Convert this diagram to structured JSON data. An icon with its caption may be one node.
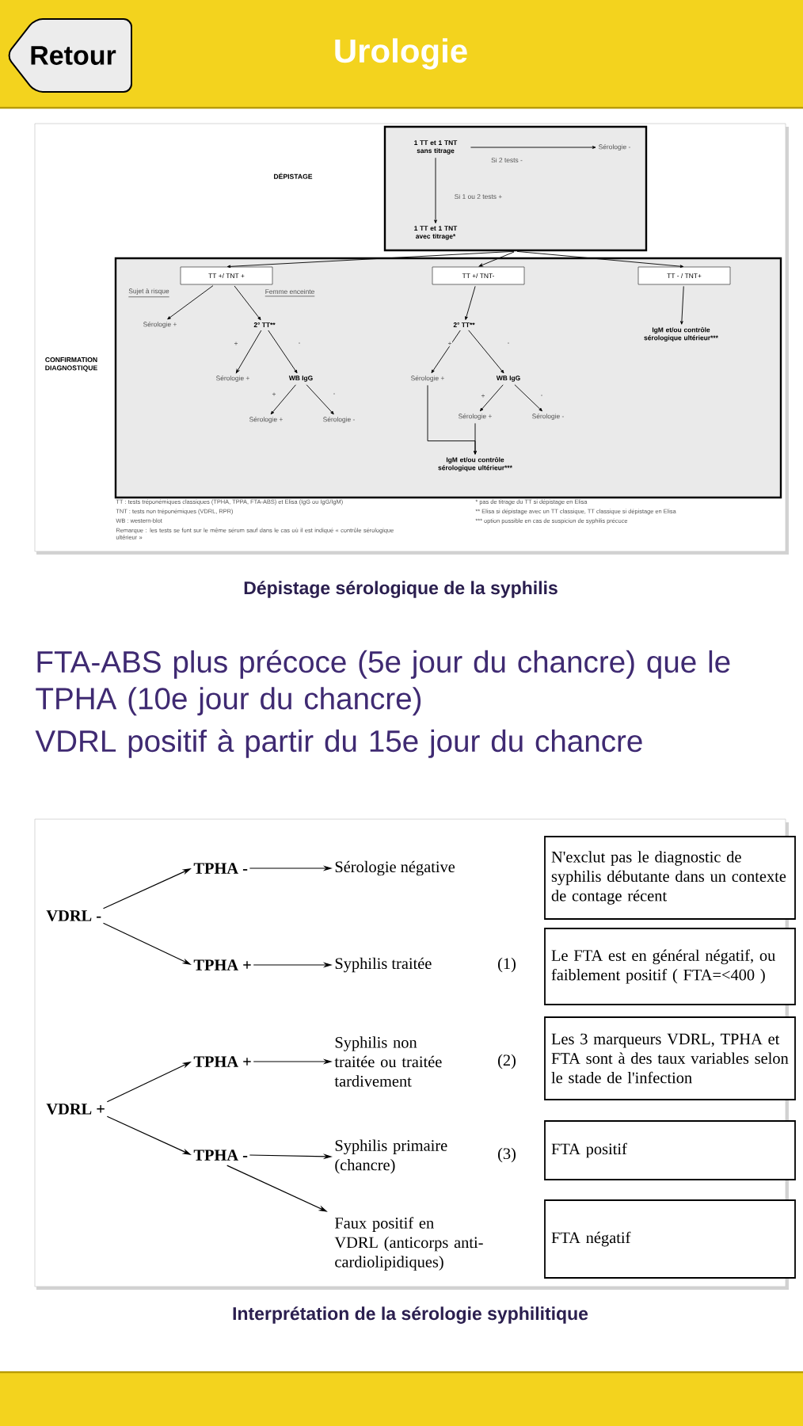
{
  "diagram": {
    "title": "Urologie",
    "nodes": [
      {
        "text": [],
        "shape": "box"
      },
      {
        "text": [
          "1 TT et 1 TNT sans titrage"
        ],
        "in": 0
      },
      {
        "text": [
          "1 TT et 1 TNT avec titrage*"
        ],
        "in": 0
      },
      {
        "text": [
          "Sérologie -"
        ],
        "in": 0
      },
      {
        "text": [],
        "shape": "box"
      },
      {
        "text": [
          "TT +/ TNT +"
        ],
        "in": 4
      },
      {
        "text": [
          "Sérologie +"
        ],
        "in": 4
      },
      {
        "text": [
          "2° TT**"
        ],
        "in": 4
      },
      {
        "text": [
          "Sérologie +"
        ],
        "in": 4
      },
      {
        "text": [
          "WB IgG"
        ],
        "in": 4
      },
      {
        "text": [
          "Sérologie +"
        ],
        "in": 4
      },
      {
        "text": [
          "Sérologie -"
        ],
        "in": 4
      },
      {
        "text": [
          "TT +/ TNT-"
        ],
        "in": 4
      },
      {
        "text": [
          "2° TT**"
        ],
        "in": 4
      },
      {
        "text": [
          "Sérologie +"
        ],
        "in": 4
      },
      {
        "text": [
          "WB IgG"
        ],
        "in": 4
      },
      {
        "text": [
          "Sérologie +"
        ],
        "in": 4
      },
      {
        "text": [
          "Sérologie -"
        ],
        "in": 4
      },
      {
        "text": [
          "IgM et/ou contrôle sérologique ultérieur***"
        ],
        "in": 4
      },
      {
        "text": [
          "TT - / TNT+"
        ],
        "in": 4
      },
      {
        "text": [
          "IgM et/ou contrôle sérologique ultérieur***"
        ],
        "in": 4
      },
      {
        "text": [
          "VDRL -"
        ]
      },
      {
        "text": [
          "TPHA -"
        ]
      },
      {
        "text": [
          "TPHA +"
        ]
      },
      {
        "text": [
          "Sérologie négative"
        ]
      },
      {
        "text": [
          "Syphilis traitée"
        ]
      },
      {
        "text": [
          "VDRL +"
        ]
      },
      {
        "text": [
          "TPHA +"
        ]
      },
      {
        "text": [
          "TPHA -"
        ]
      },
      {
        "text": [
          "Syphilis non traitée ou traitée tardivement"
        ]
      },
      {
        "text": [
          "Syphilis primaire (chancre)"
        ]
      },
      {
        "text": [
          "Faux positif en VDRL (anticorps anti-cardiolipidiques)"
        ]
      },
      {
        "text": [
          "N'exclut pas le diagnostic de syphilis débutante dans un contexte de contage récent"
        ]
      },
      {
        "text": [
          "Le FTA est en général négatif, ou faiblement positif ( FTA=<400 )"
        ]
      },
      {
        "text": [
          "Les 3 marqueurs VDRL, TPHA et FTA sont à des taux variables selon le stade de l'infection"
        ]
      },
      {
        "text": [
          "FTA positif"
        ]
      },
      {
        "text": [
          "FTA négatif"
        ]
      }
    ],
    "edges": [
      {
        "from": 1,
        "to": 3,
        "arrow": "to",
        "label": "Si 2 tests -"
      },
      {
        "from": 1,
        "to": 2,
        "arrow": "to",
        "label": "Si 1 ou 2 tests +"
      },
      {
        "from": 0,
        "to": 5,
        "arrow": "to"
      },
      {
        "from": 0,
        "to": 12,
        "arrow": "to"
      },
      {
        "from": 0,
        "to": 19,
        "arrow": "to"
      },
      {
        "from": 5,
        "to": 6,
        "arrow": "to",
        "label": "Sujet à risque"
      },
      {
        "from": 5,
        "to": 7,
        "arrow": "to",
        "label": "Femme enceinte"
      },
      {
        "from": 7,
        "to": 8,
        "arrow": "to",
        "label": "+"
      },
      {
        "from": 7,
        "to": 9,
        "arrow": "to",
        "label": "-"
      },
      {
        "from": 9,
        "to": 10,
        "arrow": "to",
        "label": "+"
      },
      {
        "from": 9,
        "to": 11,
        "arrow": "to",
        "label": "-"
      },
      {
        "from": 12,
        "to": 13,
        "arrow": "to"
      },
      {
        "from": 13,
        "to": 14,
        "arrow": "to",
        "label": "+"
      },
      {
        "from": 13,
        "to": 15,
        "arrow": "to",
        "label": "-"
      },
      {
        "from": 15,
        "to": 16,
        "arrow": "to",
        "label": "+"
      },
      {
        "from": 15,
        "to": 17,
        "arrow": "to",
        "label": "-"
      },
      {
        "from": 14,
        "to": 18,
        "arrow": "to"
      },
      {
        "from": 16,
        "to": 18,
        "arrow": "to"
      },
      {
        "from": 19,
        "to": 20,
        "arrow": "to"
      },
      {
        "from": 21,
        "to": 22,
        "arrow": "to"
      },
      {
        "from": 21,
        "to": 23,
        "arrow": "to"
      },
      {
        "from": 22,
        "to": 24,
        "arrow": "to"
      },
      {
        "from": 23,
        "to": 25,
        "arrow": "to"
      },
      {
        "from": 26,
        "to": 27,
        "arrow": "to"
      },
      {
        "from": 26,
        "to": 28,
        "arrow": "to"
      },
      {
        "from": 27,
        "to": 29,
        "arrow": "to"
      },
      {
        "from": 28,
        "to": 30,
        "arrow": "to"
      },
      {
        "from": 28,
        "to": 31,
        "arrow": "to"
      }
    ],
    "labels": [
      "Retour",
      "DÉPISTAGE",
      "CONFIRMATION DIAGNOSTIQUE",
      "TT : tests tréponémiques classiques (TPHA, TPPA, FTA-ABS) et Elisa (IgG ou IgG/IgM)",
      "TNT : tests non tréponémiques (VDRL, RPR)",
      "WB : western-blot",
      "Remarque : les tests se font sur le même sérum sauf dans le cas où il est indiqué « contrôle sérologique ultérieur »",
      "* pas de titrage du TT si dépistage en Elisa",
      "** Elisa si dépistage avec un TT classique, TT classique si dépistage en Elisa",
      "*** option possible en cas de suspicion de syphilis précoce",
      "Dépistage sérologique de la syphilis",
      "FTA-ABS plus précoce (5e jour du chancre) que le TPHA (10e jour du chancre)",
      "VDRL positif à partir du 15e jour du chancre",
      "(1)",
      "(2)",
      "(3)",
      "Interprétation de la sérologie syphilitique"
    ]
  }
}
